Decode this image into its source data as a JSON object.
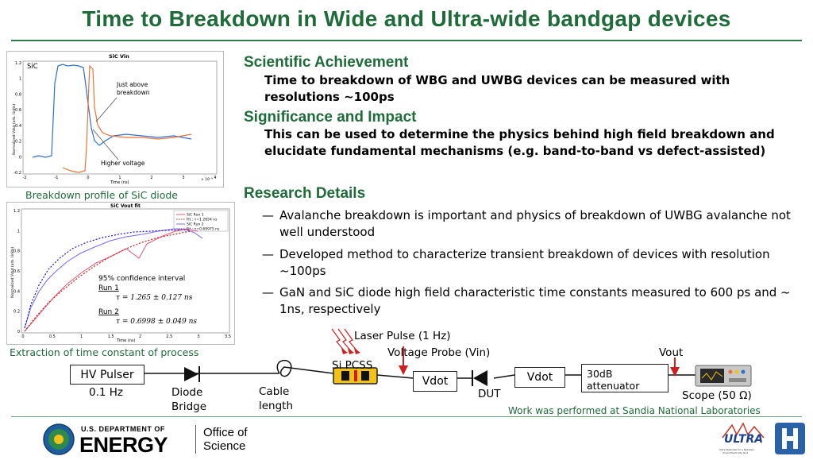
{
  "title": "Time to Breakdown in Wide and Ultra-wide bandgap devices",
  "plot1": {
    "title": "SiC Vin",
    "tag": "SiC",
    "ylabel": "Normalized Vdut (arb. Units)",
    "xlabel": "Time (ns)",
    "xexp": "× 10⁻⁹",
    "annot_above": "Just above breakdown",
    "annot_higher": "Higher voltage",
    "yticks": [
      "1.2",
      "1",
      "0.8",
      "0.6",
      "0.4",
      "0.2",
      "0",
      "-0.2"
    ],
    "xticks": [
      "-2",
      "-1",
      "0",
      "1",
      "2",
      "3",
      "4"
    ],
    "caption": "Breakdown profile of SiC diode"
  },
  "plot2": {
    "title": "SiC Vout fit",
    "ylabel": "Normalized Vdut (arb. Units)",
    "xlabel": "Time (ns)",
    "yticks": [
      "1.2",
      "1",
      "0.8",
      "0.6",
      "0.4",
      "0.2",
      "0"
    ],
    "xticks": [
      "0",
      "0.5",
      "1",
      "1.5",
      "2",
      "2.5",
      "3",
      "3.5"
    ],
    "legend": [
      "SiC Run 1",
      "Fit : τ=1.2654 ns",
      "SiC Run 2",
      "Fit : τ=0.69975 ns"
    ],
    "ci": "95% confidence interval",
    "run1": "Run 1",
    "run1_eq": "τ = 1.265 ± 0.127 ns",
    "run2": "Run 2",
    "run2_eq": "τ = 0.6998 ± 0.049 ns",
    "caption": "Extraction of time constant of process"
  },
  "sections": {
    "achievement_head": "Scientific Achievement",
    "achievement_text": "Time to breakdown of WBG and UWBG devices can be measured with resolutions ~100ps",
    "impact_head": "Significance and Impact",
    "impact_text": "This can be used to determine the physics behind high field breakdown and  elucidate fundamental mechanisms (e.g. band-to-band vs defect-assisted)",
    "details_head": "Research Details",
    "bullets": [
      "Avalanche breakdown is important and physics of breakdown of UWBG avalanche not well understood",
      "Developed method to characterize transient breakdown of devices with resolution ~100ps",
      "GaN and SiC diode high field characteristic time constants measured to 600 ps and ~ 1ns, respectively"
    ],
    "dash": "—"
  },
  "diagram": {
    "hv_pulser": "HV Pulser",
    "freq": "0.1 Hz",
    "diode": "Diode",
    "bridge": "Bridge",
    "cable": "Cable",
    "length": "length",
    "laser": "Laser Pulse (1 Hz)",
    "pcss": "Si PCSS",
    "probe": "Voltage Probe (Vin)",
    "vdot1": "Vdot",
    "dut": "DUT",
    "vdot2": "Vdot",
    "att1": "30dB",
    "att2": "attenuator",
    "vout": "Vout",
    "scope": "Scope (50 Ω)"
  },
  "sandia_note": "Work was performed at Sandia National Laboratories",
  "footer": {
    "doe1": "U.S. DEPARTMENT OF",
    "doe2": "ENERGY",
    "office1": "Office of",
    "office2": "Science",
    "ultra": "ULTRA",
    "ultra_sub": "Ultra Materials for a Resilient, Smart Electricity Grid"
  },
  "colors": {
    "green": "#1f6b3a",
    "blue": "#2f6fd1",
    "orange": "#e8743b",
    "red": "#cc1f1f"
  }
}
